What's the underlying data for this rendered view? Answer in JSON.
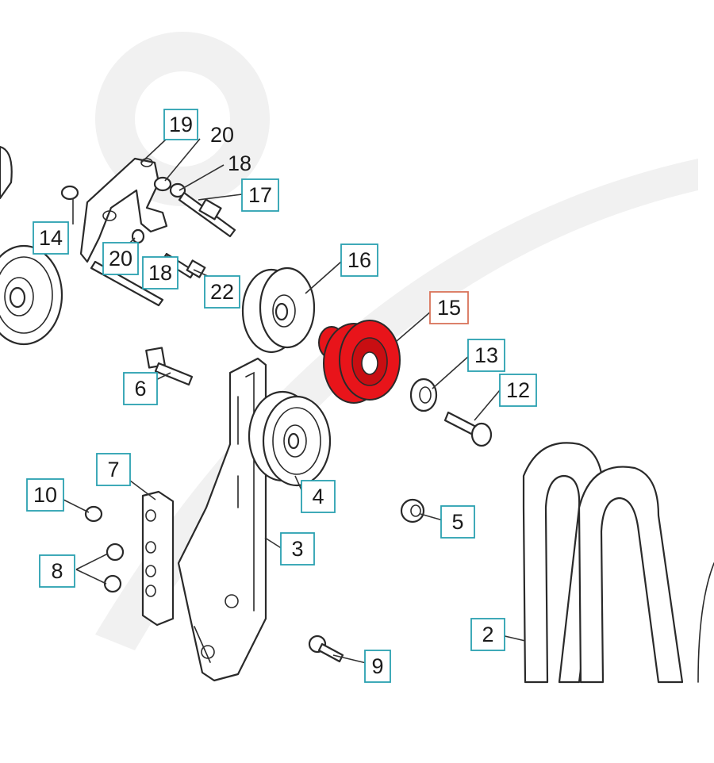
{
  "callouts": {
    "c2": "2",
    "c3": "3",
    "c4": "4",
    "c5": "5",
    "c6": "6",
    "c7": "7",
    "c8": "8",
    "c9": "9",
    "c10": "10",
    "c12": "12",
    "c13": "13",
    "c14": "14",
    "c15": "15",
    "c16": "16",
    "c17": "17",
    "c18a": "18",
    "c18b": "18",
    "c19": "19",
    "c20a": "20",
    "c20b": "20",
    "c22": "22"
  },
  "highlight": {
    "part": "15",
    "color": "#e8141a",
    "box_color": "#d9735a"
  },
  "colors": {
    "callout_box": "#2aa0b0",
    "line": "#2a2a2a"
  }
}
